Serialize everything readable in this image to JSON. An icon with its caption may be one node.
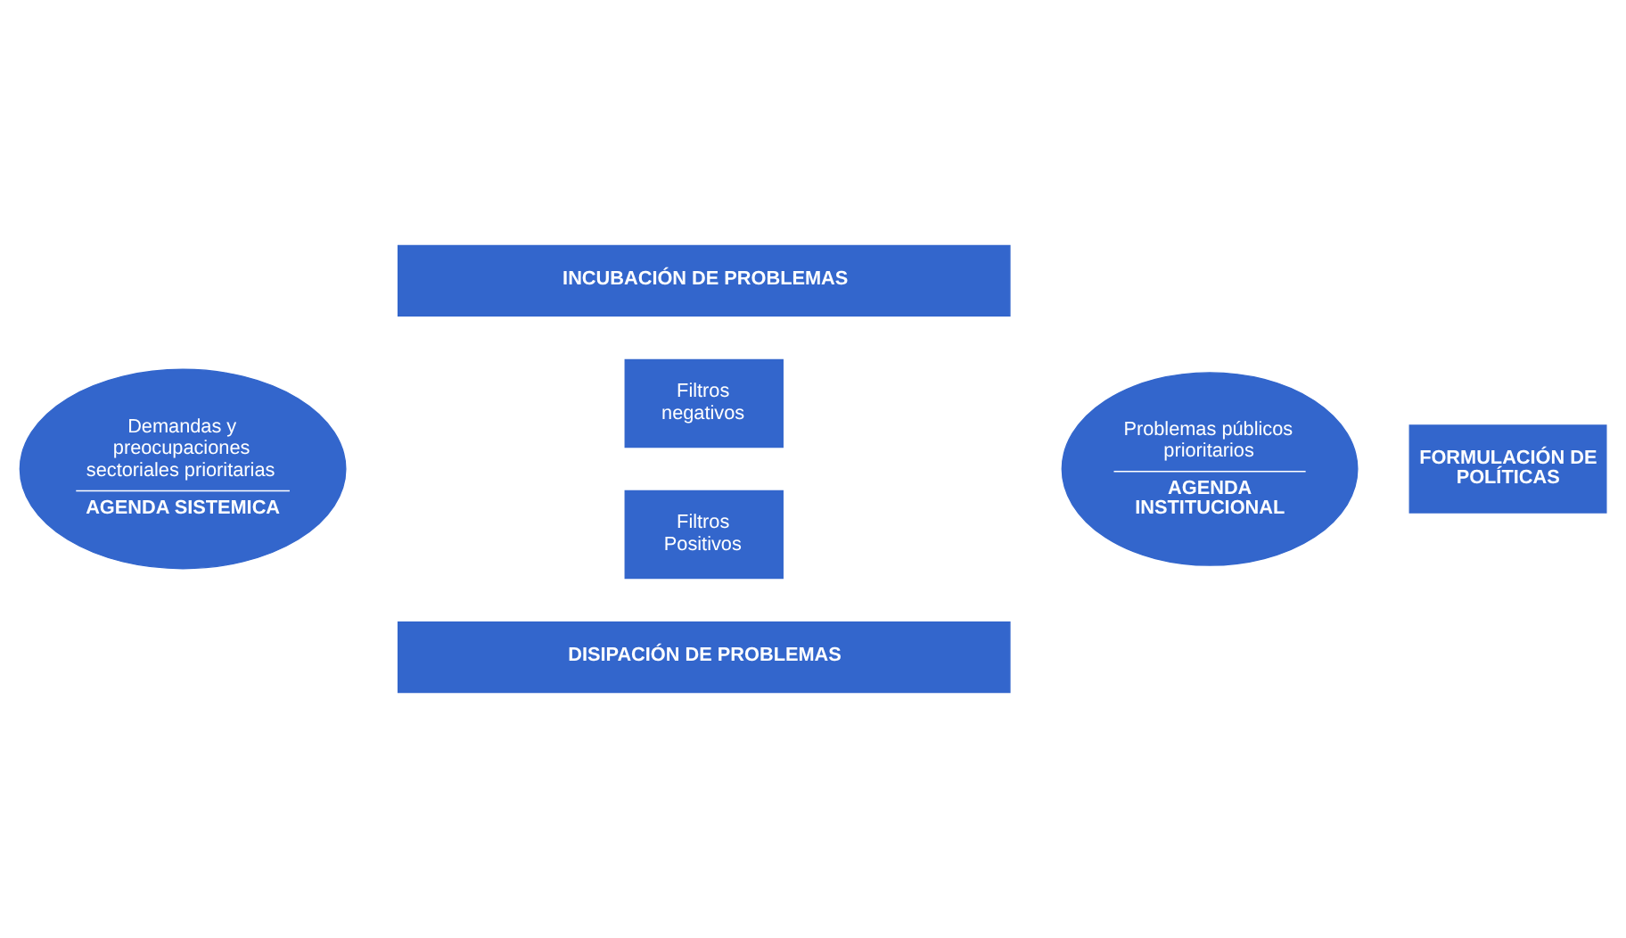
{
  "diagram": {
    "nodes": [
      {
        "text": [
          "INCUBACIÓN DE PROBLEMAS"
        ]
      },
      {
        "text": [
          "Demandas y preocupaciones sectoriales prioritarias",
          "AGENDA SISTEMICA"
        ]
      },
      {
        "text": [
          "Filtros negativos"
        ]
      },
      {
        "text": [
          "Filtros Positivos"
        ]
      },
      {
        "text": [
          "Problemas públicos prioritarios",
          "AGENDA INSTITUCIONAL"
        ]
      },
      {
        "text": [
          "FORMULACIÓN DE POLÍTICAS"
        ]
      },
      {
        "text": [
          "DISIPACIÓN DE PROBLEMAS"
        ]
      }
    ]
  }
}
